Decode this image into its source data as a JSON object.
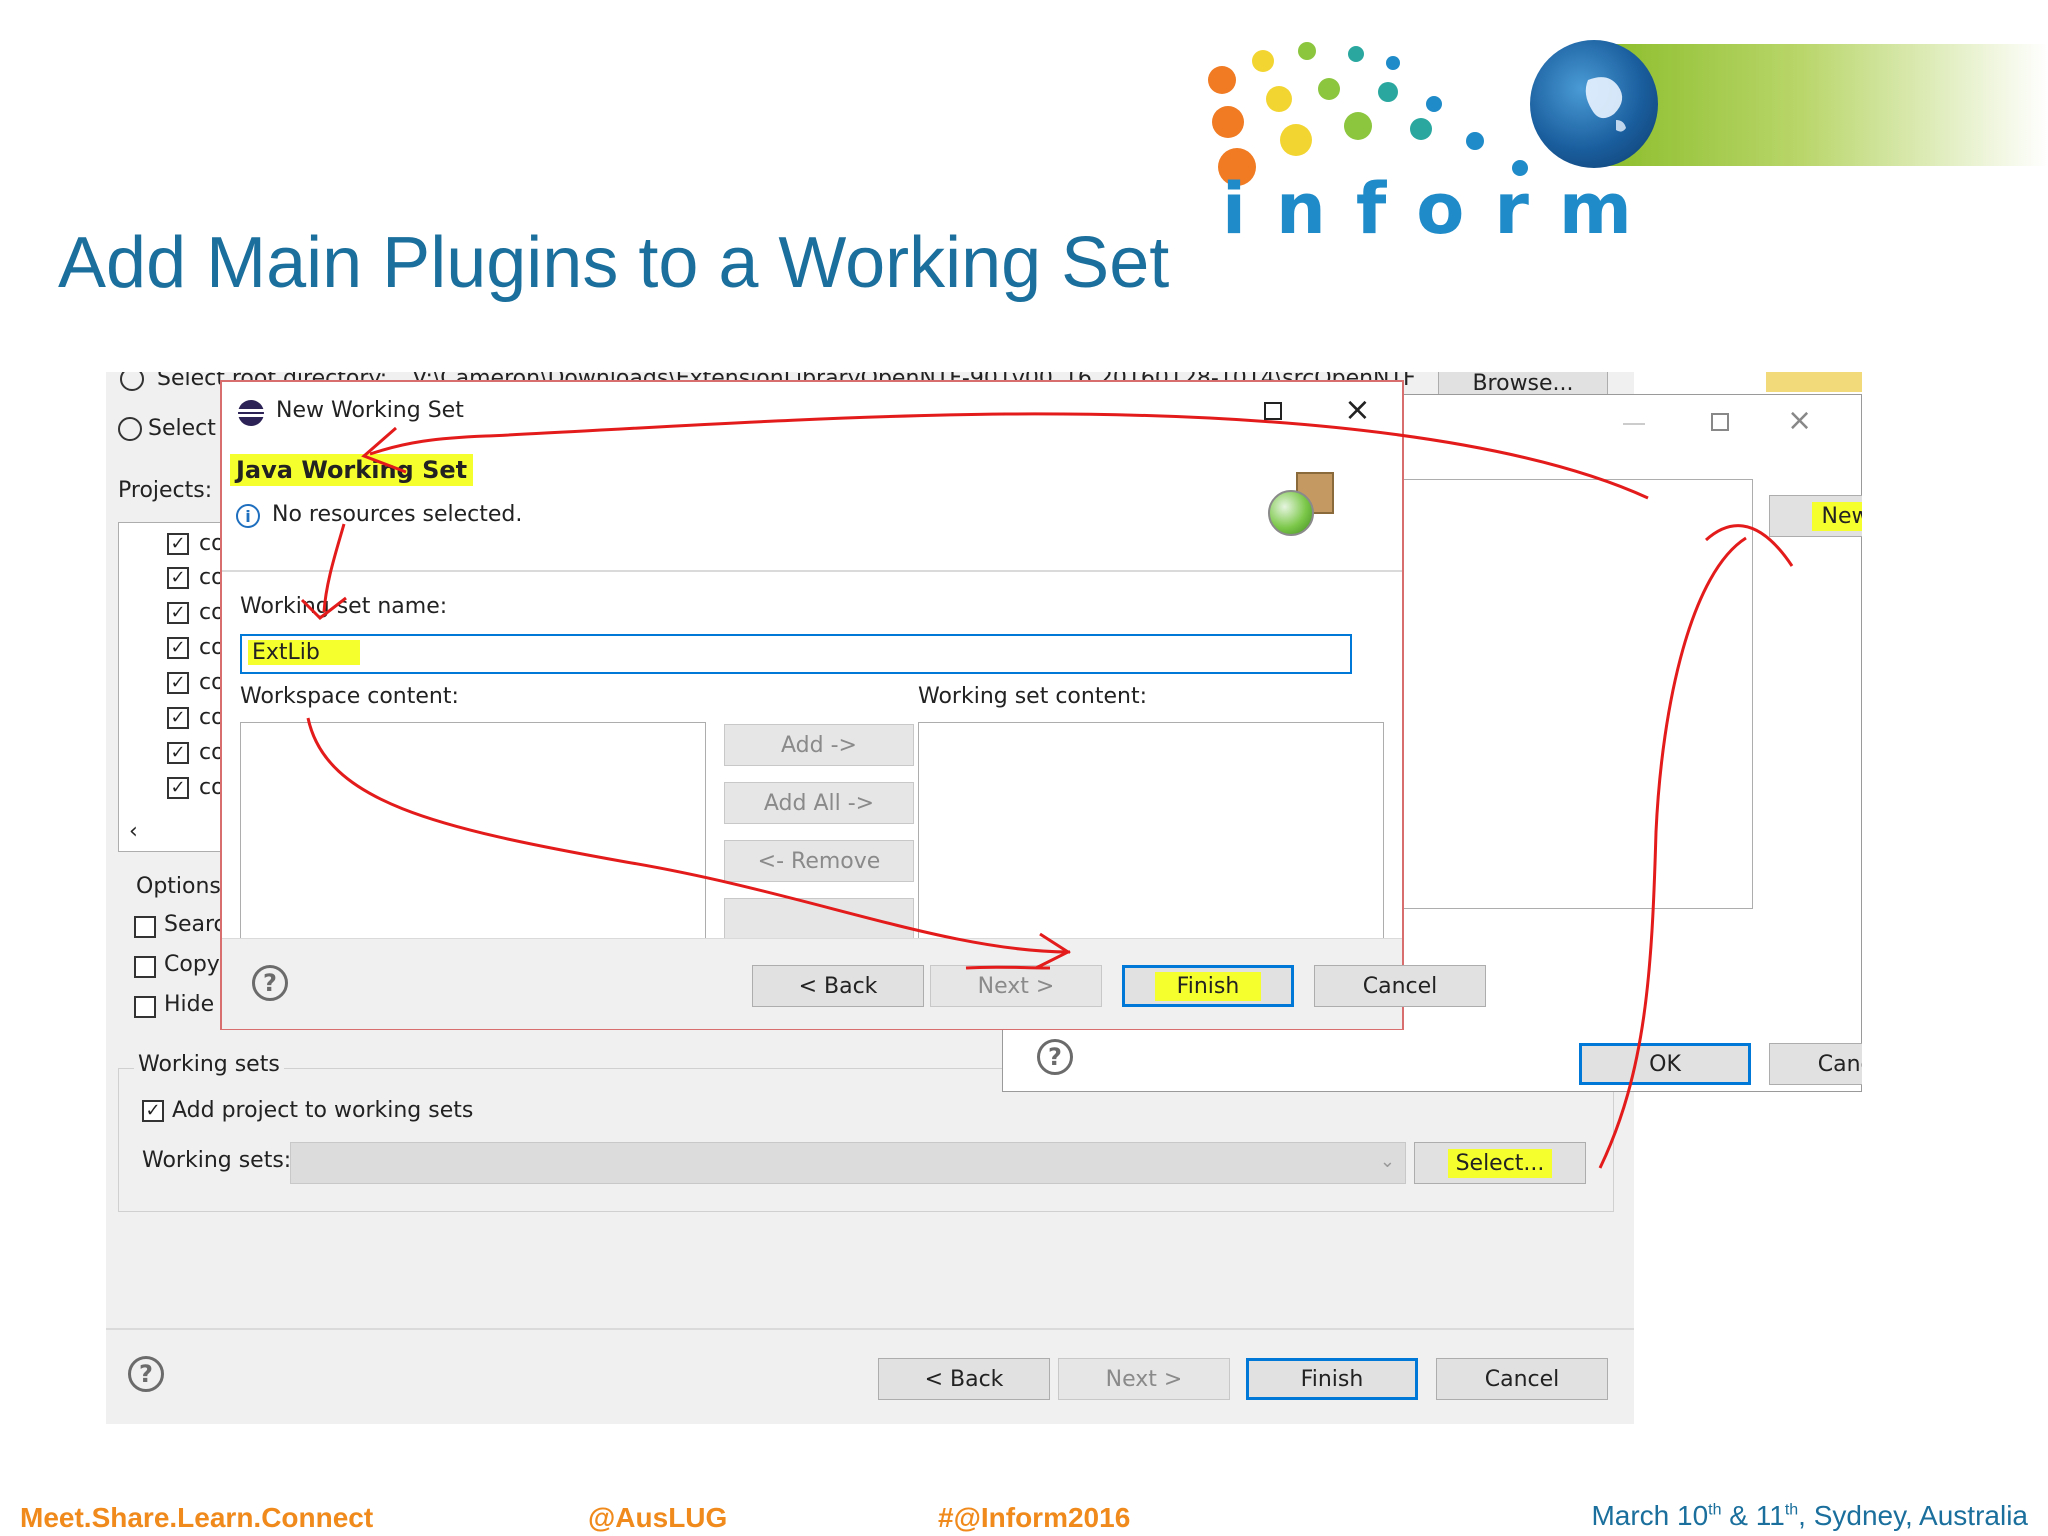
{
  "slide": {
    "title": "Add Main Plugins to a Working Set",
    "logo_text": "inform"
  },
  "footer": {
    "tagline": "Meet.Share.Learn.Connect",
    "handle": "@AusLUG",
    "hashtag": "#@Inform2016",
    "date_prefix": "March 10",
    "date_sup1": "th",
    "date_mid": " & 11",
    "date_sup2": "th",
    "date_suffix": ", Sydney, Australia"
  },
  "back_wizard": {
    "root_dir_label": "Select root directory:",
    "root_dir_value": "V:\\Cameron\\Downloads\\ExtensionLibraryOpenNTF-901v00_16.20160128-1014\\srcOpenNTF",
    "browse_label": "Browse...",
    "select_archive_label": "Select",
    "projects_label": "Projects:",
    "project_prefix": "co",
    "options_label": "Options",
    "option_search": "Searc",
    "option_copy": "Copy",
    "option_hide": "Hide",
    "working_sets_group": "Working sets",
    "add_to_ws_label": "Add project to working sets",
    "working_sets_label": "Working sets:",
    "select_button": "Select...",
    "back_button": "< Back",
    "next_button": "Next >",
    "finish_button": "Finish",
    "cancel_button": "Cancel",
    "help_glyph": "?"
  },
  "select_ws_dialog": {
    "new_button": "New...",
    "ok_button": "OK",
    "cancel_button": "Cancel",
    "help_glyph": "?"
  },
  "new_ws_dialog": {
    "title": "New Working Set",
    "heading": "Java Working Set",
    "info_message": "No resources selected.",
    "name_label": "Working set name:",
    "name_value": "ExtLib",
    "workspace_content_label": "Workspace content:",
    "working_set_content_label": "Working set content:",
    "add_button": "Add ->",
    "add_all_button": "Add All ->",
    "remove_button": "<- Remove",
    "back_button": "< Back",
    "next_button": "Next >",
    "finish_button": "Finish",
    "cancel_button": "Cancel",
    "help_glyph": "?"
  },
  "colors": {
    "title_blue": "#1a6f9c",
    "footer_orange": "#f08a1c",
    "highlight_yellow": "#f6ff2e",
    "annotation_red": "#e31b1b",
    "focus_blue": "#0078d7"
  }
}
